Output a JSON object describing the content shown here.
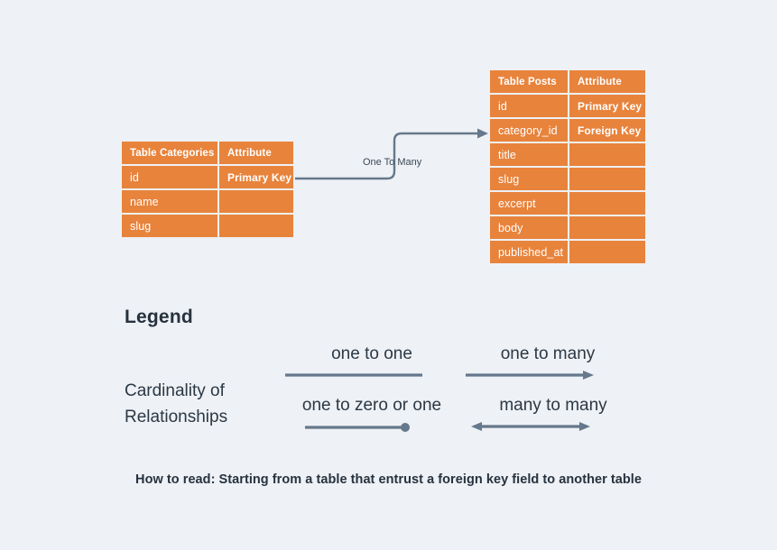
{
  "canvas": {
    "background_color": "#eef1f5",
    "entity_color": "#e8833c",
    "entity_text_color": "#ffffff",
    "connector_color": "#65788c",
    "heading_color": "#26323f"
  },
  "diagram": {
    "tables": [
      {
        "id": "categories",
        "header": {
          "name": "Table Categories",
          "attribute": "Attribute"
        },
        "rows": [
          {
            "field": "id",
            "attribute": "Primary Key"
          },
          {
            "field": "name",
            "attribute": ""
          },
          {
            "field": "slug",
            "attribute": ""
          }
        ]
      },
      {
        "id": "posts",
        "header": {
          "name": "Table Posts",
          "attribute": "Attribute"
        },
        "rows": [
          {
            "field": "id",
            "attribute": "Primary Key"
          },
          {
            "field": "category_id",
            "attribute": "Foreign Key"
          },
          {
            "field": "title",
            "attribute": ""
          },
          {
            "field": "slug",
            "attribute": ""
          },
          {
            "field": "excerpt",
            "attribute": ""
          },
          {
            "field": "body",
            "attribute": ""
          },
          {
            "field": "published_at",
            "attribute": ""
          }
        ]
      }
    ],
    "relationship": {
      "label": "One To Many",
      "from": "categories",
      "to": "posts"
    }
  },
  "legend": {
    "title": "Legend",
    "subtitle": "Cardinality of Relationships",
    "items": [
      {
        "label": "one to one",
        "symbol": "plain-line"
      },
      {
        "label": "one to many",
        "symbol": "line-arrow-right"
      },
      {
        "label": "one to zero or one",
        "symbol": "line-dot-right"
      },
      {
        "label": "many to many",
        "symbol": "line-arrow-both"
      }
    ]
  },
  "footer": {
    "how_to_read": "How to read: Starting from a table that entrust a foreign key field to another table"
  }
}
